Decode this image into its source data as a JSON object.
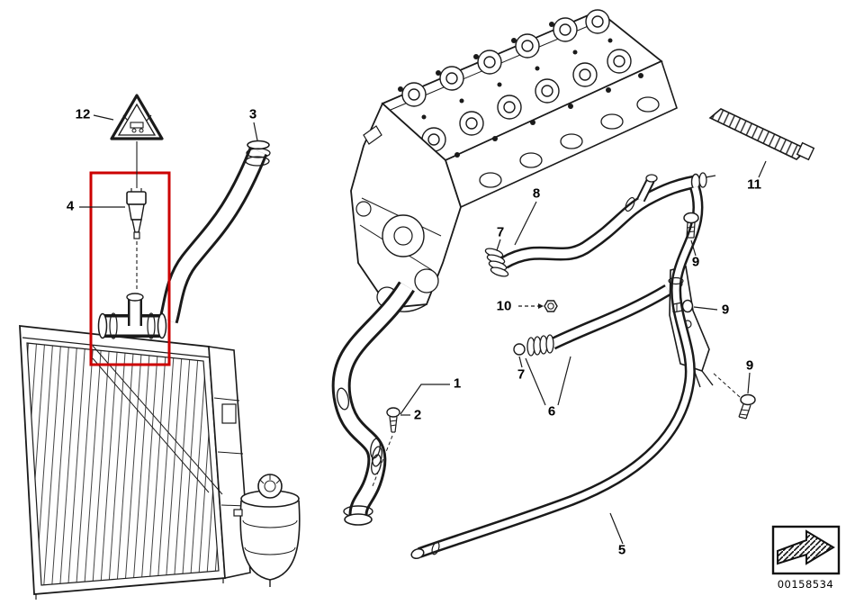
{
  "diagram": {
    "part_number": "00158534",
    "highlight_color": "#cc0000",
    "callouts": {
      "c1": "1",
      "c2": "2",
      "c3": "3",
      "c4": "4",
      "c5": "5",
      "c6": "6",
      "c7a": "7",
      "c7b": "7",
      "c8": "8",
      "c9a": "9",
      "c9b": "9",
      "c9c": "9",
      "c10": "10",
      "c11": "11",
      "c12": "12"
    },
    "icons": {
      "hazard_triangle": "warning-triangle",
      "direction_arrow": "striped-arrow"
    }
  }
}
